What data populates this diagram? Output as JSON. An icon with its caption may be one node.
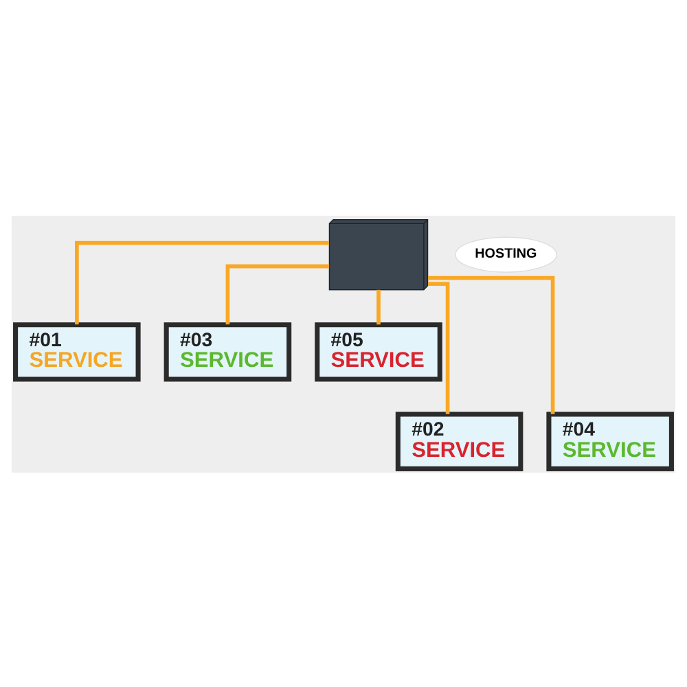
{
  "diagram": {
    "nodes": [
      {
        "text": [],
        "shape": "picture"
      },
      {
        "text": [
          "HOSTING"
        ]
      },
      {
        "text": [
          "#01",
          "SERVICE"
        ]
      },
      {
        "text": [
          "#03",
          "SERVICE"
        ]
      },
      {
        "text": [
          "#05",
          "SERVICE"
        ]
      },
      {
        "text": [
          "#02",
          "SERVICE"
        ]
      },
      {
        "text": [
          "#04",
          "SERVICE"
        ]
      }
    ],
    "edges": [
      {
        "from": 0,
        "to": 2,
        "arrow": "none",
        "color": "#f9a825"
      },
      {
        "from": 0,
        "to": 5,
        "arrow": "none",
        "color": "#f9a825"
      },
      {
        "from": 0,
        "to": 3,
        "arrow": "none",
        "color": "#f9a825"
      },
      {
        "from": 0,
        "to": 6,
        "arrow": "none",
        "color": "#f9a825"
      },
      {
        "from": 0,
        "to": 4,
        "arrow": "none",
        "color": "#f9a825"
      }
    ]
  }
}
